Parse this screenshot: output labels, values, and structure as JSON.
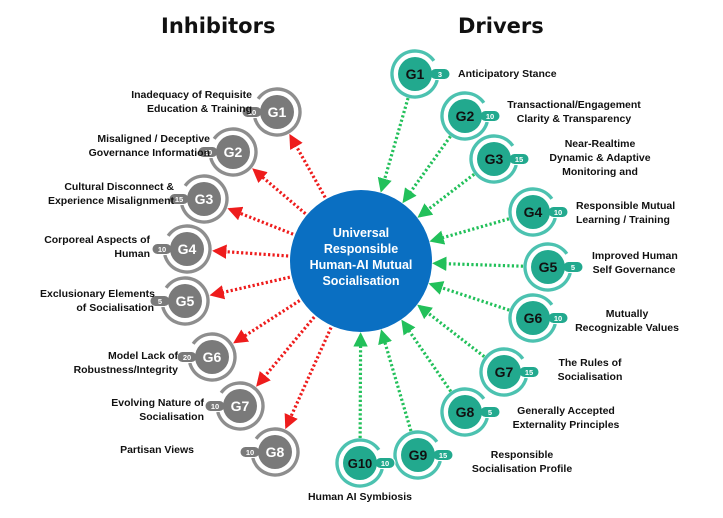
{
  "headings": {
    "inhibitors": "Inhibitors",
    "drivers": "Drivers"
  },
  "center": {
    "lines": [
      "Universal",
      "Responsible",
      "Human-AI Mutual",
      "Socialisation"
    ],
    "color": "#0a6fc2"
  },
  "colors": {
    "inhibitor_node": "#7a7a7a",
    "inhibitor_ring": "#8e8e8e",
    "inhibitor_arrow": "#ee1c1c",
    "driver_node": "#22a98e",
    "driver_ring": "#4cc2b0",
    "driver_arrow": "#22c05a"
  },
  "inhibitors": [
    {
      "id": "G1",
      "value": "10",
      "label": [
        "Inadequacy of Requisite",
        "Education & Training"
      ]
    },
    {
      "id": "G2",
      "value": "20",
      "label": [
        "Misaligned / Deceptive",
        "Governance Information"
      ]
    },
    {
      "id": "G3",
      "value": "15",
      "label": [
        "Cultural Disconnect &",
        "Experience Misalignment"
      ]
    },
    {
      "id": "G4",
      "value": "10",
      "label": [
        "Corporeal Aspects of",
        "Human"
      ]
    },
    {
      "id": "G5",
      "value": "5",
      "label": [
        "Exclusionary Elements",
        "of Socialisation"
      ]
    },
    {
      "id": "G6",
      "value": "20",
      "label": [
        "Model Lack of",
        "Robustness/Integrity"
      ]
    },
    {
      "id": "G7",
      "value": "10",
      "label": [
        "Evolving Nature of",
        "Socialisation"
      ]
    },
    {
      "id": "G8",
      "value": "10",
      "label": [
        "Partisan Views"
      ]
    }
  ],
  "drivers": [
    {
      "id": "G1",
      "value": "3",
      "label": [
        "Anticipatory Stance"
      ]
    },
    {
      "id": "G2",
      "value": "10",
      "label": [
        "Transactional/Engagement",
        "Clarity & Transparency"
      ]
    },
    {
      "id": "G3",
      "value": "15",
      "label": [
        "Near-Realtime",
        "Dynamic & Adaptive",
        "Monitoring and"
      ]
    },
    {
      "id": "G4",
      "value": "10",
      "label": [
        "Responsible Mutual",
        "Learning / Training"
      ]
    },
    {
      "id": "G5",
      "value": "5",
      "label": [
        "Improved Human",
        "Self Governance"
      ]
    },
    {
      "id": "G6",
      "value": "10",
      "label": [
        "Mutually",
        "Recognizable Values"
      ]
    },
    {
      "id": "G7",
      "value": "15",
      "label": [
        "The Rules of",
        "Socialisation"
      ]
    },
    {
      "id": "G8",
      "value": "5",
      "label": [
        "Generally Accepted",
        "Externality Principles"
      ]
    },
    {
      "id": "G9",
      "value": "15",
      "label": [
        "Responsible",
        "Socialisation Profile"
      ]
    },
    {
      "id": "G10",
      "value": "10",
      "label": [
        "Human AI Symbiosis"
      ]
    }
  ]
}
